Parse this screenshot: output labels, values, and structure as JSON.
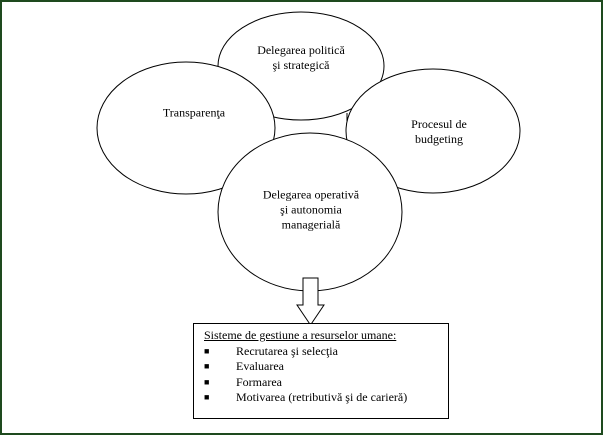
{
  "nodes": {
    "top": [
      "Delegarea politică",
      "şi strategică"
    ],
    "left": [
      "Transparenţa"
    ],
    "right": [
      "Procesul de",
      "budgeting"
    ],
    "bottom": [
      "Delegarea operativă",
      "şi autonomia",
      "managerială"
    ]
  },
  "box": {
    "title": "Sisteme de gestiune a resurselor umane:",
    "items": [
      "Recrutarea şi selecţia",
      "Evaluarea",
      "Formarea",
      "Motivarea (retributivă şi de carieră)"
    ],
    "bullet": "■"
  },
  "colors": {
    "border": "#1e4a1e"
  }
}
